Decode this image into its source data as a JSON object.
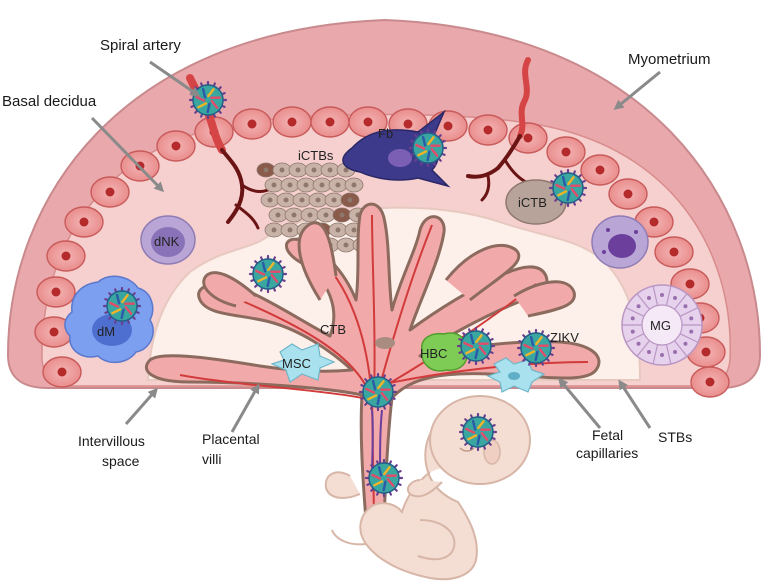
{
  "labels": {
    "spiral_artery": "Spiral artery",
    "basal_decidua": "Basal decidua",
    "myometrium": "Myometrium",
    "ictbs": "iCTBs",
    "fb": "Fb",
    "ictb": "iCTB",
    "dnk": "dNK",
    "dm": "dM",
    "mg": "MG",
    "ctb": "CTB",
    "msc": "MSC",
    "hbc": "HBC",
    "zikv": "ZIKV",
    "intervillous_line1": "Intervillous",
    "intervillous_line2": "space",
    "placental_line1": "Placental",
    "placental_line2": "villi",
    "fetal_line1": "Fetal",
    "fetal_line2": "capillaries",
    "stbs": "STBs"
  },
  "colors": {
    "myometrium": "#e9a8ab",
    "decidua": "#f6cfcf",
    "cell_ring": "#ee9b9b",
    "cell_border": "#c85a5a",
    "nucleus": "#b52a2a",
    "intervillous": "#fdf0ea",
    "villi_fill": "#f2a9a9",
    "villi_edge": "#8c6b5e",
    "vessel": "#d64545",
    "virus_body": "#3aa6a0",
    "virus_spike": "#6a3f8c",
    "arrow": "#8a8a8a",
    "fetus": "#f4ddd3"
  }
}
